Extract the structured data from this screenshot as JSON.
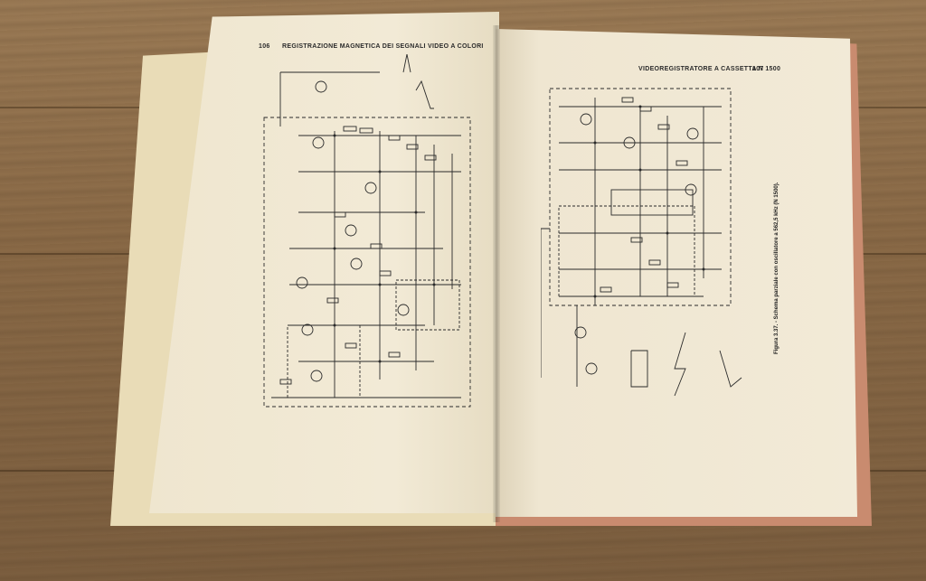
{
  "left_page": {
    "page_number": "106",
    "running_head": "REGISTRAZIONE MAGNETICA DEI SEGNALI VIDEO A COLORI"
  },
  "right_page": {
    "running_head": "VIDEOREGISTRATORE A CASSETTA N 1500",
    "page_number": "107",
    "figure_caption": "Figura 3.37. - Schema parziale con oscillatore a 562,5 kHz (N 1500)."
  },
  "colors": {
    "wood": "#8a6a47",
    "paper": "#f0e8d3",
    "ink": "#2a2a2a",
    "cover_edge": "#c98b6f"
  }
}
